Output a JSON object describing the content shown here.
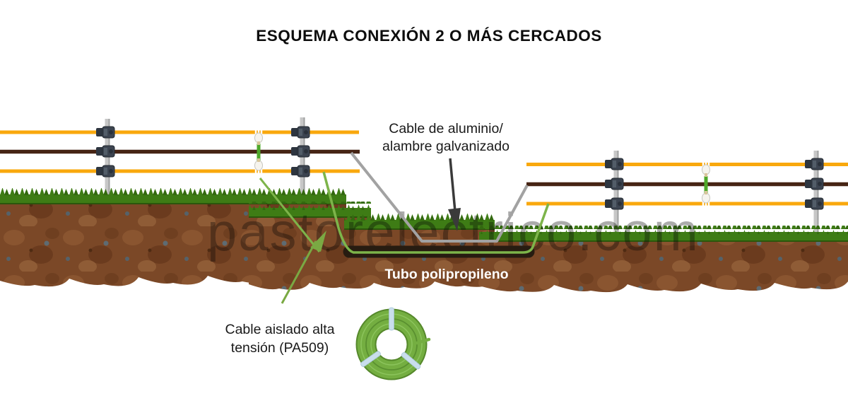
{
  "title": "ESQUEMA CONEXIÓN 2 O MÁS CERCADOS",
  "watermark": "pastorelectrico.com",
  "annotations": {
    "aluminum_cable": {
      "line1": "Cable de aluminio/",
      "line2": "alambre galvanizado"
    },
    "tube_label": "Tubo polipropileno",
    "insulated_cable": {
      "line1": "Cable aislado alta",
      "line2": "tensión (PA509)"
    }
  },
  "colors": {
    "wire_yellow": "#F9A80D",
    "wire_brown": "#462414",
    "cable_green": "#7DB44A",
    "cable_gray": "#A2A2A2",
    "jumper_green": "#4EA82A",
    "tube_dark": "#271C11",
    "grass_green": "#3E7C15",
    "soil_brown": "#7B4827",
    "post_gray": "#C7C7C7",
    "arrow_dark": "#3A3A3A",
    "arrow_green": "#7AA943",
    "coil_green": "#74AE41",
    "coil_tie_blue": "#C9DEEC"
  }
}
